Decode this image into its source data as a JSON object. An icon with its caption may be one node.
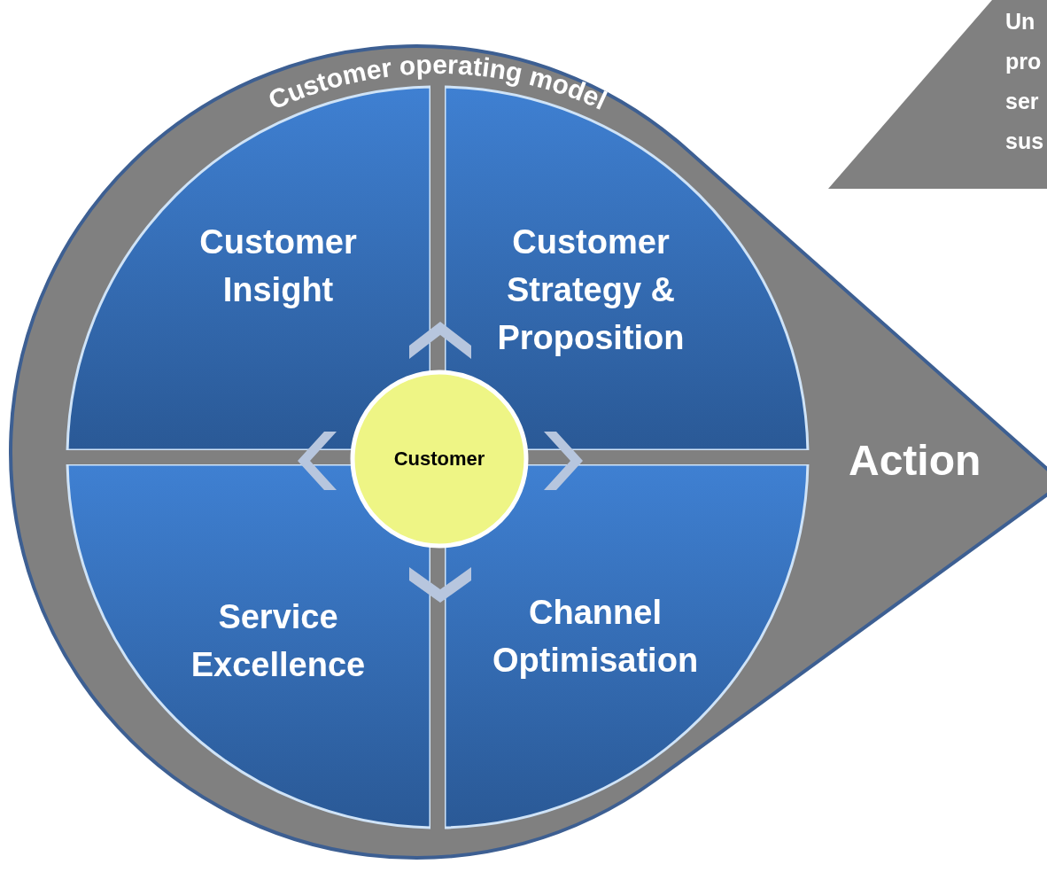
{
  "diagram": {
    "nodes": [
      {
        "text": [
          "Customer operating model",
          "Action"
        ]
      },
      {
        "text": [
          "Customer Insight"
        ],
        "in": 0
      },
      {
        "text": [
          "Customer Strategy & Proposition"
        ],
        "in": 0
      },
      {
        "text": [
          "Service Excellence"
        ],
        "in": 0
      },
      {
        "text": [
          "Channel Optimisation"
        ],
        "in": 0
      },
      {
        "text": [
          "Customer"
        ],
        "in": 0
      },
      {
        "text": [
          "Un pro ser sus"
        ]
      }
    ],
    "edges": [
      {
        "from": 5,
        "to": null,
        "arrow": "to"
      },
      {
        "from": 5,
        "to": null,
        "arrow": "to"
      },
      {
        "from": 5,
        "to": null,
        "arrow": "to"
      },
      {
        "from": 5,
        "to": null,
        "arrow": "to"
      }
    ]
  }
}
